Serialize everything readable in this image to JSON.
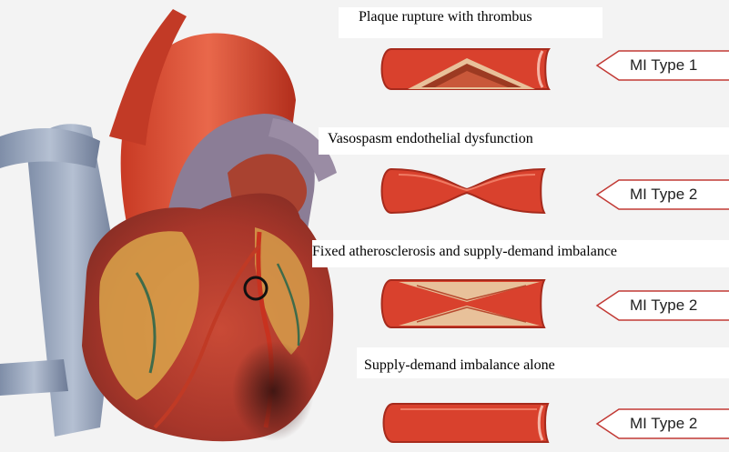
{
  "diagram": {
    "rows": [
      {
        "caption": "Plaque rupture with thrombus",
        "mi_label": "MI Type 1",
        "vessel": "plaque-rupture-thrombus"
      },
      {
        "caption": "Vasospasm endothelial dysfunction",
        "mi_label": "MI Type 2",
        "vessel": "vasospasm-constriction"
      },
      {
        "caption": "Fixed atherosclerosis and supply-demand imbalance",
        "mi_label": "MI Type 2",
        "vessel": "fixed-atherosclerosis"
      },
      {
        "caption": "Supply-demand imbalance alone",
        "mi_label": "MI Type 2",
        "vessel": "normal-vessel"
      }
    ],
    "colors": {
      "background": "#f3f3f3",
      "vessel_red": "#d9412d",
      "vessel_dark": "#b02a1c",
      "plaque": "#e8c19a",
      "thrombus": "#9c3a22",
      "tag_border": "#c23a35"
    },
    "heart_marker": "coronary-lesion-circle"
  }
}
